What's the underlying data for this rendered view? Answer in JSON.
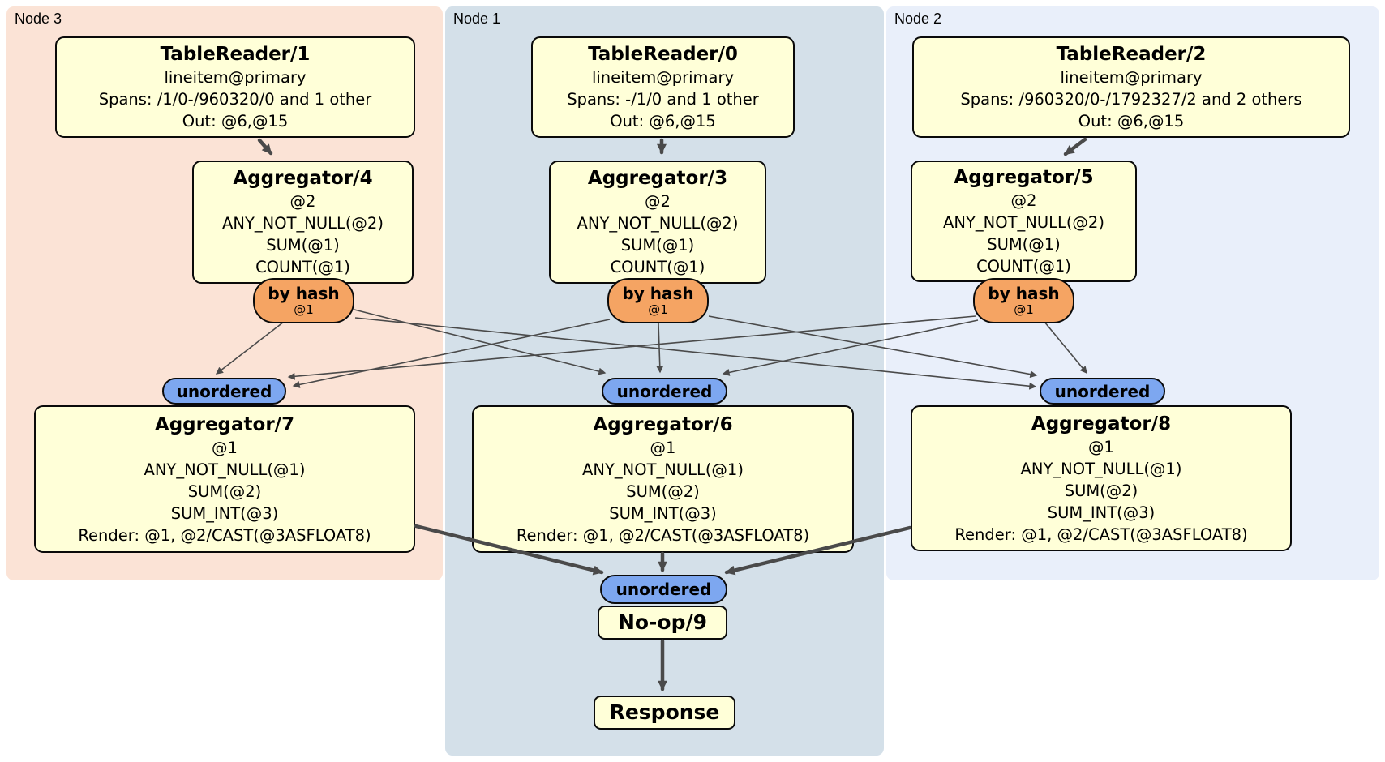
{
  "regions": {
    "node3": {
      "label": "Node 3"
    },
    "node1": {
      "label": "Node 1"
    },
    "node2": {
      "label": "Node 2"
    }
  },
  "processors": {
    "tablereader1": {
      "title": "TableReader/1",
      "lines": [
        "lineitem@primary",
        "Spans: /1/0-/960320/0 and 1 other",
        "Out: @6,@15"
      ]
    },
    "tablereader0": {
      "title": "TableReader/0",
      "lines": [
        "lineitem@primary",
        "Spans: -/1/0 and 1 other",
        "Out: @6,@15"
      ]
    },
    "tablereader2": {
      "title": "TableReader/2",
      "lines": [
        "lineitem@primary",
        "Spans: /960320/0-/1792327/2 and 2 others",
        "Out: @6,@15"
      ]
    },
    "aggregator4": {
      "title": "Aggregator/4",
      "lines": [
        "@2",
        "ANY_NOT_NULL(@2)",
        "SUM(@1)",
        "COUNT(@1)"
      ]
    },
    "aggregator3": {
      "title": "Aggregator/3",
      "lines": [
        "@2",
        "ANY_NOT_NULL(@2)",
        "SUM(@1)",
        "COUNT(@1)"
      ]
    },
    "aggregator5": {
      "title": "Aggregator/5",
      "lines": [
        "@2",
        "ANY_NOT_NULL(@2)",
        "SUM(@1)",
        "COUNT(@1)"
      ]
    },
    "aggregator7": {
      "title": "Aggregator/7",
      "lines": [
        "@1",
        "ANY_NOT_NULL(@1)",
        "SUM(@2)",
        "SUM_INT(@3)",
        "Render: @1, @2/CAST(@3ASFLOAT8)"
      ]
    },
    "aggregator6": {
      "title": "Aggregator/6",
      "lines": [
        "@1",
        "ANY_NOT_NULL(@1)",
        "SUM(@2)",
        "SUM_INT(@3)",
        "Render: @1, @2/CAST(@3ASFLOAT8)"
      ]
    },
    "aggregator8": {
      "title": "Aggregator/8",
      "lines": [
        "@1",
        "ANY_NOT_NULL(@1)",
        "SUM(@2)",
        "SUM_INT(@3)",
        "Render: @1, @2/CAST(@3ASFLOAT8)"
      ]
    },
    "noop9": {
      "title": "No-op/9"
    },
    "response": {
      "title": "Response"
    }
  },
  "router": {
    "label": "by hash",
    "detail": "@1"
  },
  "sync": {
    "label": "unordered"
  },
  "colors": {
    "node3_region": "#fbe3d6",
    "node1_region": "#d4e0e9",
    "node2_region": "#e9effa",
    "processor_fill": "#ffffd8",
    "router_fill": "#f5a463",
    "sync_fill": "#7da7f0",
    "edge": "#4a4a4a",
    "border": "#0a0a0a"
  }
}
